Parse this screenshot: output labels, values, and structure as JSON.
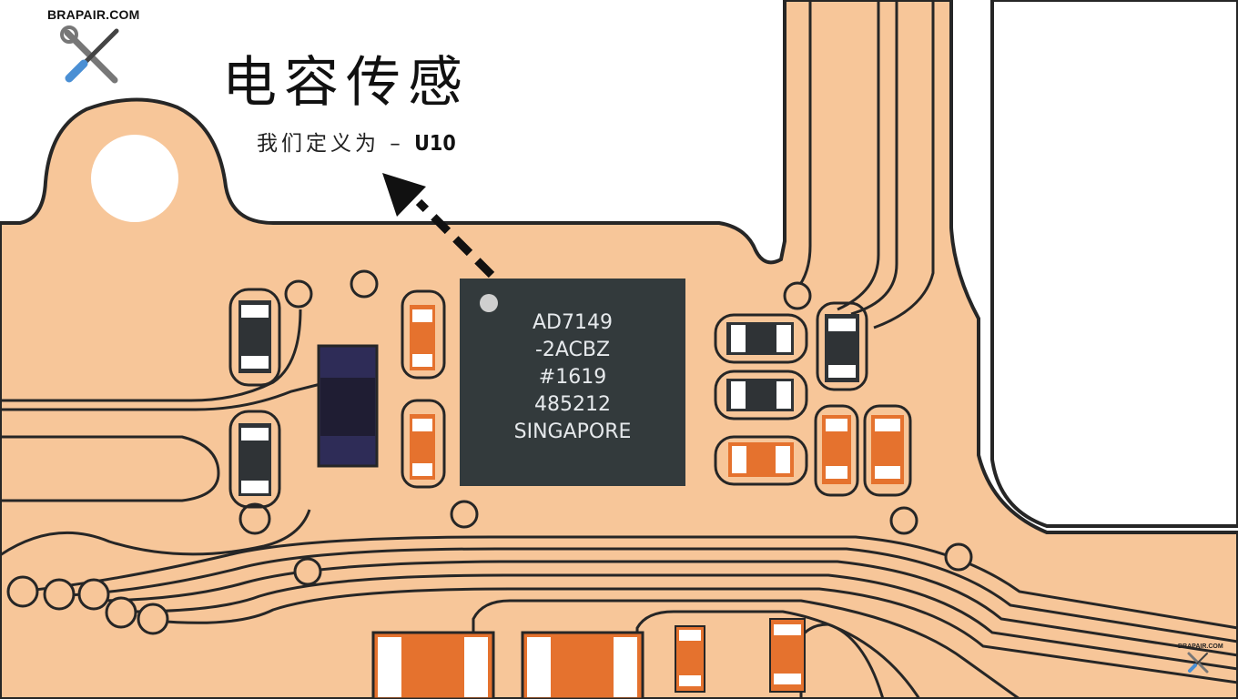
{
  "watermark": {
    "site": "BRAPAIR.COM",
    "icon": "wrench-screwdriver-icon"
  },
  "title": "电容传感",
  "subtitle": {
    "prefix": "我们定义为 – ",
    "designator": "U10"
  },
  "chip": {
    "lines": [
      "AD7149",
      "-2ACBZ",
      "#1619",
      "485212",
      "SINGAPORE"
    ],
    "body_color": "#333a3c"
  },
  "colors": {
    "board": "#f7c699",
    "trace_outline": "#262626",
    "capacitor": "#e5722e",
    "resistor": "#2f3336",
    "inductor": "#2e2c57",
    "background": "#ffffff",
    "hole_ring": "#cfcfcf"
  }
}
